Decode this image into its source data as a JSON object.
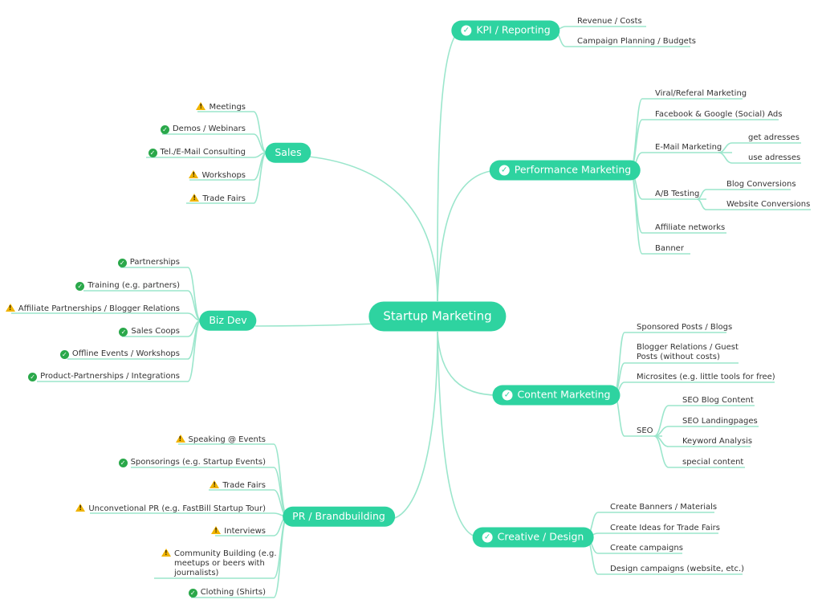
{
  "colors": {
    "branch": "#2ed3a0",
    "line": "#9be6cc",
    "text": "#333333",
    "check": "#2aa84a",
    "warning": "#f0b400"
  },
  "root": {
    "label": "Startup Marketing"
  },
  "branches": {
    "kpi": {
      "label": "KPI / Reporting",
      "icon": "check",
      "items": [
        {
          "label": "Revenue / Costs"
        },
        {
          "label": "Campaign Planning / Budgets"
        }
      ]
    },
    "performance": {
      "label": "Performance Marketing",
      "icon": "check",
      "items": [
        {
          "label": "Viral/Referal Marketing"
        },
        {
          "label": "Facebook & Google (Social) Ads"
        },
        {
          "label": "E-Mail Marketing",
          "children": [
            {
              "label": "get adresses"
            },
            {
              "label": "use adresses"
            }
          ]
        },
        {
          "label": "A/B Testing",
          "children": [
            {
              "label": "Blog Conversions"
            },
            {
              "label": "Website Conversions"
            }
          ]
        },
        {
          "label": "Affiliate networks"
        },
        {
          "label": "Banner"
        }
      ]
    },
    "content": {
      "label": "Content Marketing",
      "icon": "check",
      "items": [
        {
          "label": "Sponsored Posts / Blogs"
        },
        {
          "label": "Blogger Relations / Guest",
          "label2": "Posts (without costs)"
        },
        {
          "label": "Microsites (e.g. little tools for free)"
        },
        {
          "label": "SEO",
          "children": [
            {
              "label": "SEO Blog Content"
            },
            {
              "label": "SEO Landingpages"
            },
            {
              "label": "Keyword Analysis"
            },
            {
              "label": "special content"
            }
          ]
        }
      ]
    },
    "creative": {
      "label": "Creative / Design",
      "icon": "check",
      "items": [
        {
          "label": "Create Banners / Materials"
        },
        {
          "label": "Create Ideas for Trade Fairs"
        },
        {
          "label": "Create campaigns"
        },
        {
          "label": "Design campaigns (website, etc.)"
        }
      ]
    },
    "sales": {
      "label": "Sales",
      "items": [
        {
          "label": "Meetings",
          "icon": "warning"
        },
        {
          "label": "Demos / Webinars",
          "icon": "check"
        },
        {
          "label": "Tel./E-Mail Consulting",
          "icon": "check"
        },
        {
          "label": "Workshops",
          "icon": "warning"
        },
        {
          "label": "Trade Fairs",
          "icon": "warning"
        }
      ]
    },
    "bizdev": {
      "label": "Biz Dev",
      "items": [
        {
          "label": "Partnerships",
          "icon": "check"
        },
        {
          "label": "Training (e.g. partners)",
          "icon": "check"
        },
        {
          "label": "Affiliate Partnerships / Blogger Relations",
          "icon": "warning"
        },
        {
          "label": "Sales Coops",
          "icon": "check"
        },
        {
          "label": "Offline Events / Workshops",
          "icon": "check"
        },
        {
          "label": "Product-Partnerships / Integrations",
          "icon": "check"
        }
      ]
    },
    "pr": {
      "label": "PR / Brandbuilding",
      "items": [
        {
          "label": "Speaking @ Events",
          "icon": "warning"
        },
        {
          "label": "Sponsorings (e.g. Startup Events)",
          "icon": "check"
        },
        {
          "label": "Trade Fairs",
          "icon": "warning"
        },
        {
          "label": "Unconvetional PR (e.g. FastBill Startup Tour)",
          "icon": "warning"
        },
        {
          "label": "Interviews",
          "icon": "warning"
        },
        {
          "label": "Community Building (e.g.",
          "label2": "meetups or beers with",
          "label3": "journalists)",
          "icon": "warning"
        },
        {
          "label": "Clothing (Shirts)",
          "icon": "check"
        }
      ]
    }
  }
}
